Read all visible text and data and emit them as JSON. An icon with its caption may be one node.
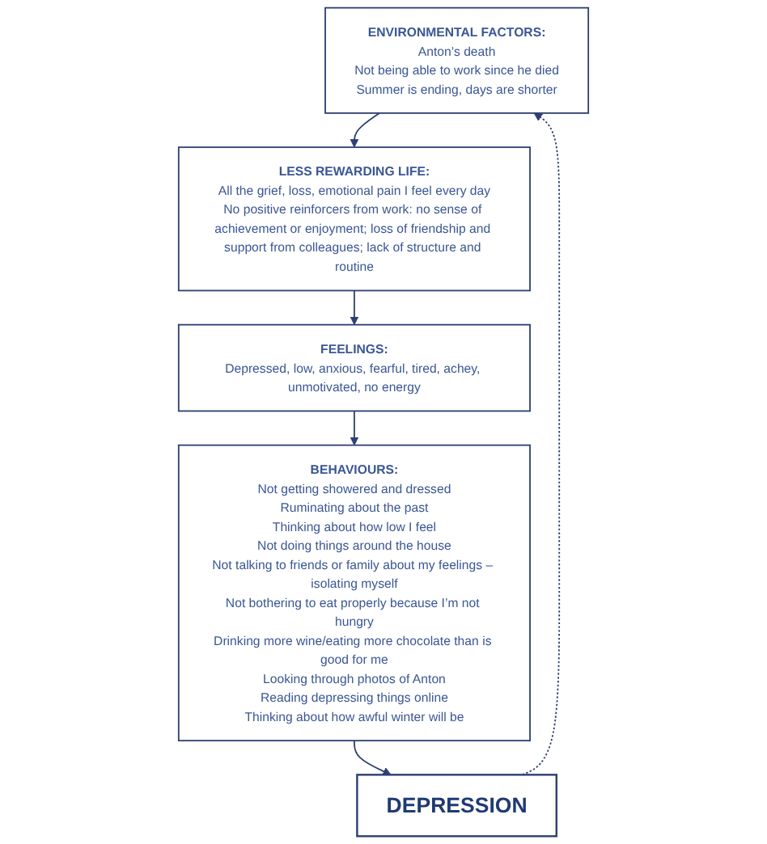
{
  "diagram": {
    "nodes": [
      {
        "text": [
          "ENVIRONMENTAL FACTORS:",
          "Anton’s death",
          "Not being able to work since he died",
          "Summer is ending, days are shorter"
        ]
      },
      {
        "text": [
          "LESS REWARDING LIFE:",
          "All the grief, loss, emotional pain I feel every day",
          "No positive reinforcers from work: no sense of achievement or enjoyment; loss of friendship and support from colleagues; lack of structure and routine"
        ]
      },
      {
        "text": [
          "FEELINGS:",
          "Depressed, low, anxious, fearful, tired, achey, unmotivated, no energy"
        ]
      },
      {
        "text": [
          "BEHAVIOURS:",
          "Not getting showered and dressed",
          "Ruminating about the past",
          "Thinking about how low I feel",
          "Not doing things around the house",
          "Not talking to friends or family about my feelings – isolating myself",
          "Not bothering to eat properly because I’m not hungry",
          "Drinking more wine/eating more chocolate than is good for me",
          "Looking through photos of Anton",
          "Reading depressing things online",
          "Thinking about how awful winter will be"
        ]
      },
      {
        "text": [
          "DEPRESSION"
        ]
      }
    ],
    "edges": [
      {
        "from": 0,
        "to": 1,
        "arrow": "to"
      },
      {
        "from": 1,
        "to": 2,
        "arrow": "to"
      },
      {
        "from": 2,
        "to": 3,
        "arrow": "to"
      },
      {
        "from": 3,
        "to": 4,
        "arrow": "to"
      },
      {
        "from": 4,
        "to": 0,
        "arrow": "to",
        "style": "dashed"
      }
    ]
  }
}
